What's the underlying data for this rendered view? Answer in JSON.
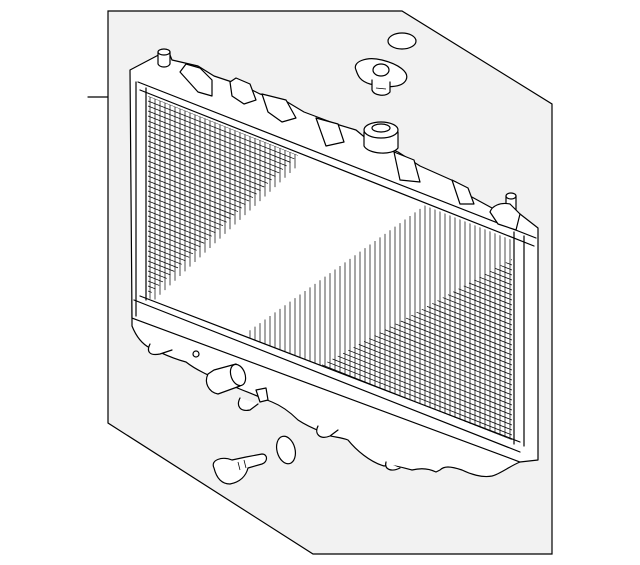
{
  "diagram": {
    "panel_fill": "#f2f2f2",
    "line_color": "#000000",
    "parts": [
      {
        "name": "radiator-core",
        "icon": "radiator-core"
      },
      {
        "name": "radiator-cap",
        "icon": "cap-icon"
      },
      {
        "name": "cap-o-ring",
        "icon": "o-ring-icon"
      },
      {
        "name": "drain-plug",
        "icon": "plug-icon"
      },
      {
        "name": "drain-o-ring",
        "icon": "o-ring-icon"
      },
      {
        "name": "upper-hose-inlet",
        "icon": "inlet-icon"
      },
      {
        "name": "lower-hose-outlet",
        "icon": "outlet-icon"
      }
    ]
  }
}
